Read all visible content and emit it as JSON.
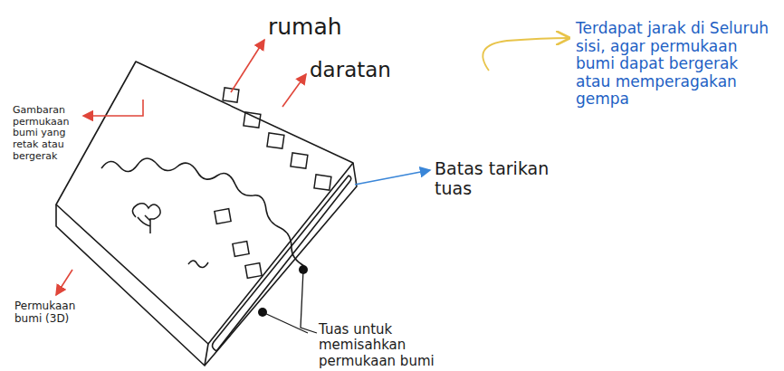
{
  "diagram": {
    "labels": [
      "rumah",
      "daratan",
      "Terdapat jarak di Seluruh sisi, agar permukaan bumi dapat bergerak atau memperagakan gempa",
      "Gambaran permukaan bumi yang retak atau bergerak",
      "Batas tarikan tuas",
      "Permukaan bumi (3D)",
      "Tuas untuk memisahkan permukaan bumi"
    ]
  }
}
